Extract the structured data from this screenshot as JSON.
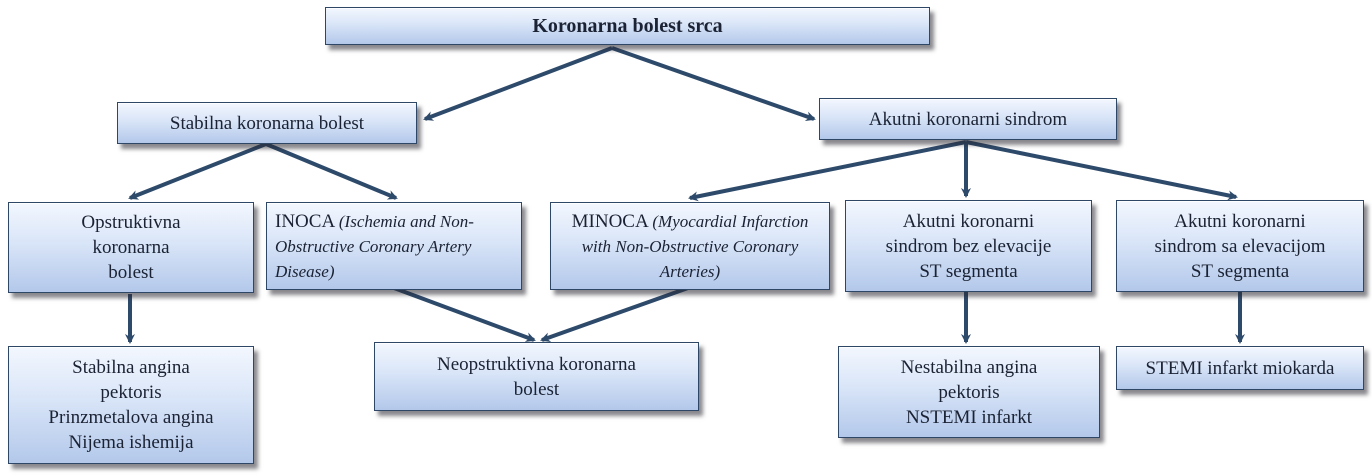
{
  "diagram": {
    "root": {
      "label": "Koronarna bolest srca"
    },
    "stable": {
      "label": "Stabilna koronarna bolest"
    },
    "acute": {
      "label": "Akutni koronarni sindrom"
    },
    "obstructive": {
      "lines": [
        "Opstruktivna",
        "koronarna",
        "bolest"
      ]
    },
    "inoca": {
      "abbr": "INOCA",
      "expansion": "(Ischemia and Non-Obstructive Coronary Artery Disease)"
    },
    "minoca": {
      "abbr": "MINOCA",
      "expansion": "(Myocardial Infarction with Non-Obstructive Coronary Arteries)"
    },
    "nstemi_group": {
      "lines": [
        "Akutni koronarni",
        "sindrom bez elevacije",
        "ST segmenta"
      ]
    },
    "stemi_group": {
      "lines": [
        "Akutni koronarni",
        "sindrom sa elevacijom",
        "ST segmenta"
      ]
    },
    "angina_list": {
      "lines": [
        "Stabilna angina",
        "pektoris",
        "Prinzmetalova angina",
        "Nijema ishemija"
      ]
    },
    "nonobstructive": {
      "lines": [
        "Neopstruktivna koronarna",
        "bolest"
      ]
    },
    "unstable_list": {
      "lines": [
        "Nestabilna angina",
        "pektoris",
        "NSTEMI infarkt"
      ]
    },
    "stemi": {
      "label": "STEMI infarkt miokarda"
    }
  },
  "colors": {
    "box_top": "#f3f7fe",
    "box_bottom": "#b3c8ea",
    "border": "#2f4766",
    "arrow": "#2e4a6b"
  }
}
